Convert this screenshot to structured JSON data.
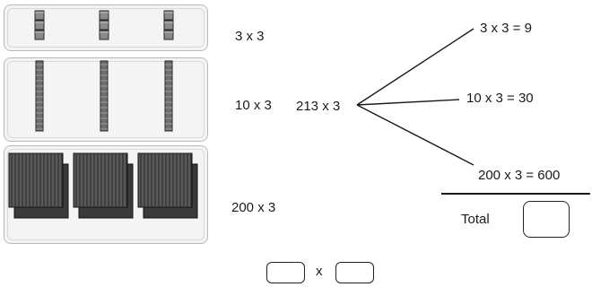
{
  "left_labels": {
    "ones": "3 x 3",
    "tens": "10 x 3",
    "hundreds": "200 x 3"
  },
  "center_label": "213 x 3",
  "branches": {
    "ones": "3 x 3 = 9",
    "tens": "10 x 3 = 30",
    "hundreds": "200 x 3 = 600"
  },
  "total_label": "Total",
  "answer_boxes": {
    "multiply_sign": "x"
  },
  "blocks": {
    "ones_per_column": 3,
    "tens_per_column": 1,
    "hundreds_per_column": 2,
    "columns": 3
  },
  "colors": {
    "ink": "#1a1a1a",
    "block_dark": "#3a3a3a",
    "panel": "#f4f4f4"
  }
}
